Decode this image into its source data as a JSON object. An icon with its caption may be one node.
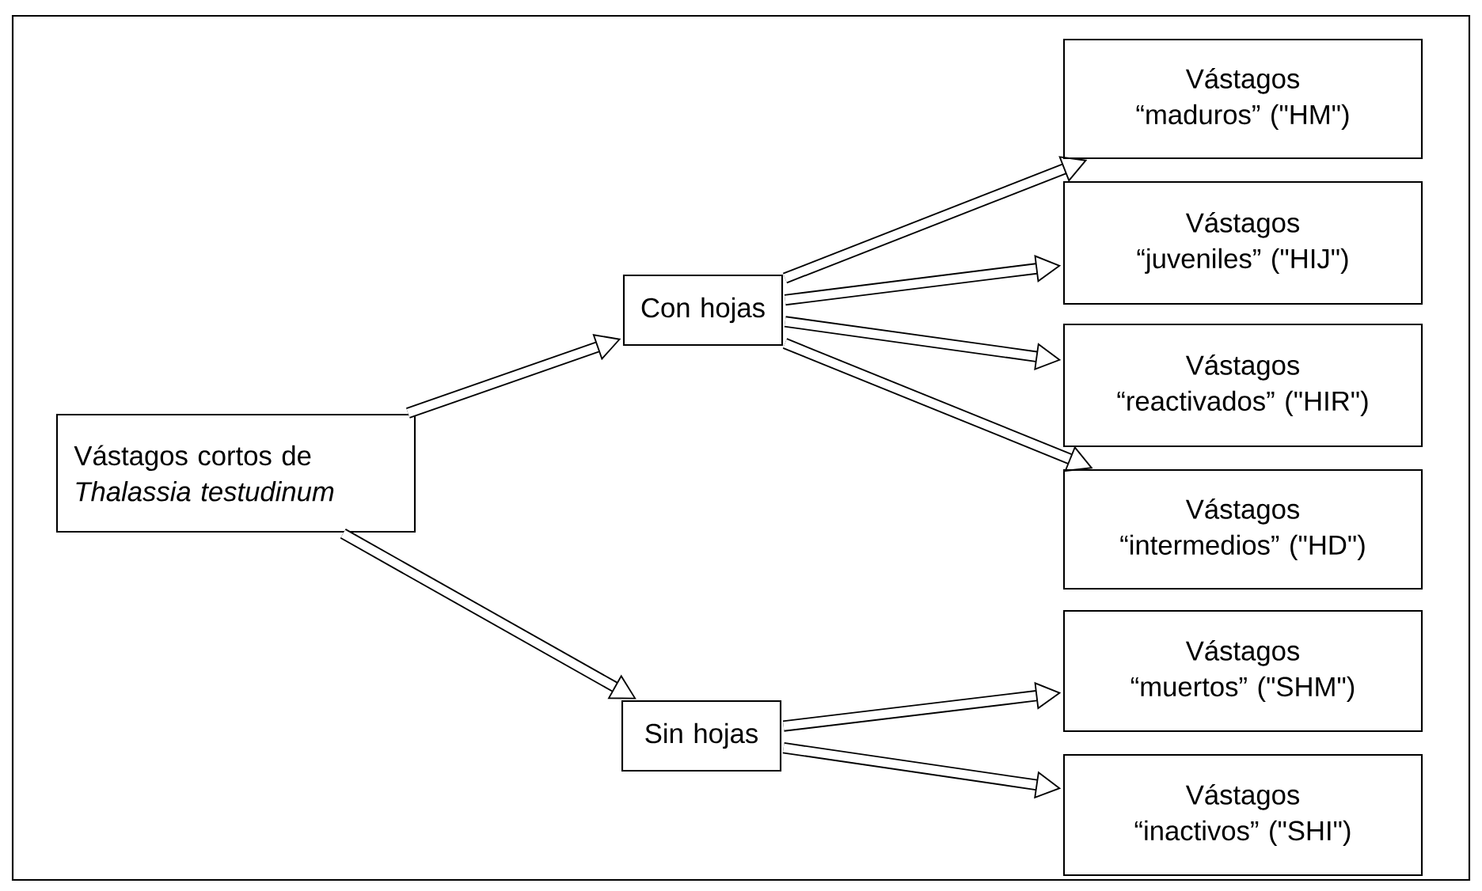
{
  "diagram": {
    "nodes": [
      {
        "text": [
          "Vástagos cortos de *Thalassia testudinum*"
        ]
      },
      {
        "text": [
          "Con hojas"
        ]
      },
      {
        "text": [
          "Sin hojas"
        ]
      },
      {
        "text": [
          "Vástagos “maduros” (\"HM\")"
        ]
      },
      {
        "text": [
          "Vástagos “juveniles” (\"HIJ\")"
        ]
      },
      {
        "text": [
          "Vástagos “reactivados” (\"HIR\")"
        ]
      },
      {
        "text": [
          "Vástagos “intermedios” (\"HD\")"
        ]
      },
      {
        "text": [
          "Vástagos “muertos” (\"SHM\")"
        ]
      },
      {
        "text": [
          "Vástagos “inactivos” (\"SHI\")"
        ]
      }
    ],
    "edges": [
      {
        "from": 0,
        "to": 1,
        "arrow": "to"
      },
      {
        "from": 0,
        "to": 2,
        "arrow": "to"
      },
      {
        "from": 1,
        "to": 3,
        "arrow": "to"
      },
      {
        "from": 1,
        "to": 4,
        "arrow": "to"
      },
      {
        "from": 1,
        "to": 5,
        "arrow": "to"
      },
      {
        "from": 1,
        "to": 6,
        "arrow": "to"
      },
      {
        "from": 2,
        "to": 7,
        "arrow": "to"
      },
      {
        "from": 2,
        "to": 8,
        "arrow": "to"
      }
    ]
  }
}
